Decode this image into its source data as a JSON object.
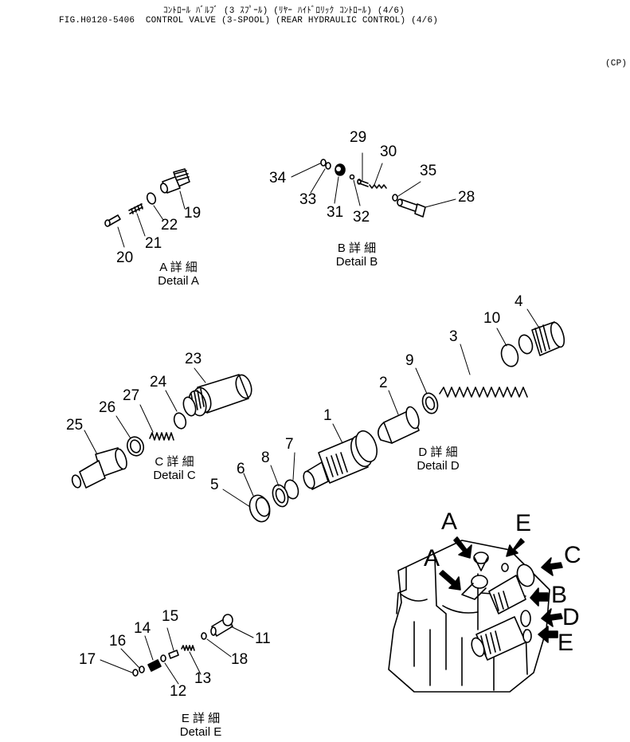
{
  "header": {
    "title_jp": "ｺﾝﾄﾛｰﾙ ﾊﾞﾙﾌﾞ (3 ｽﾌﾟｰﾙ) (ﾘﾔｰ ﾊｲﾄﾞﾛﾘｯｸ ｺﾝﾄﾛｰﾙ) (4/6)",
    "title_en": "FIG.H0120-5406  CONTROL VALVE (3-SPOOL) (REAR HYDRAULIC CONTROL) (4/6)",
    "code": "(CP)"
  },
  "details": {
    "a": {
      "jp": "A 詳 細",
      "en": "Detail A"
    },
    "b": {
      "jp": "B 詳 細",
      "en": "Detail B"
    },
    "c": {
      "jp": "C 詳 細",
      "en": "Detail C"
    },
    "d": {
      "jp": "D 詳 細",
      "en": "Detail D"
    },
    "e": {
      "jp": "E 詳 細",
      "en": "Detail E"
    }
  },
  "part_numbers": [
    "1",
    "2",
    "3",
    "4",
    "5",
    "6",
    "7",
    "8",
    "9",
    "10",
    "11",
    "12",
    "13",
    "14",
    "15",
    "16",
    "17",
    "18",
    "19",
    "20",
    "21",
    "22",
    "23",
    "24",
    "25",
    "26",
    "27",
    "28",
    "29",
    "30",
    "31",
    "32",
    "33",
    "34",
    "35"
  ],
  "view_letters": {
    "a1": "A",
    "a2": "A",
    "e1": "E",
    "e2": "E",
    "c": "C",
    "b": "B",
    "d": "D"
  }
}
